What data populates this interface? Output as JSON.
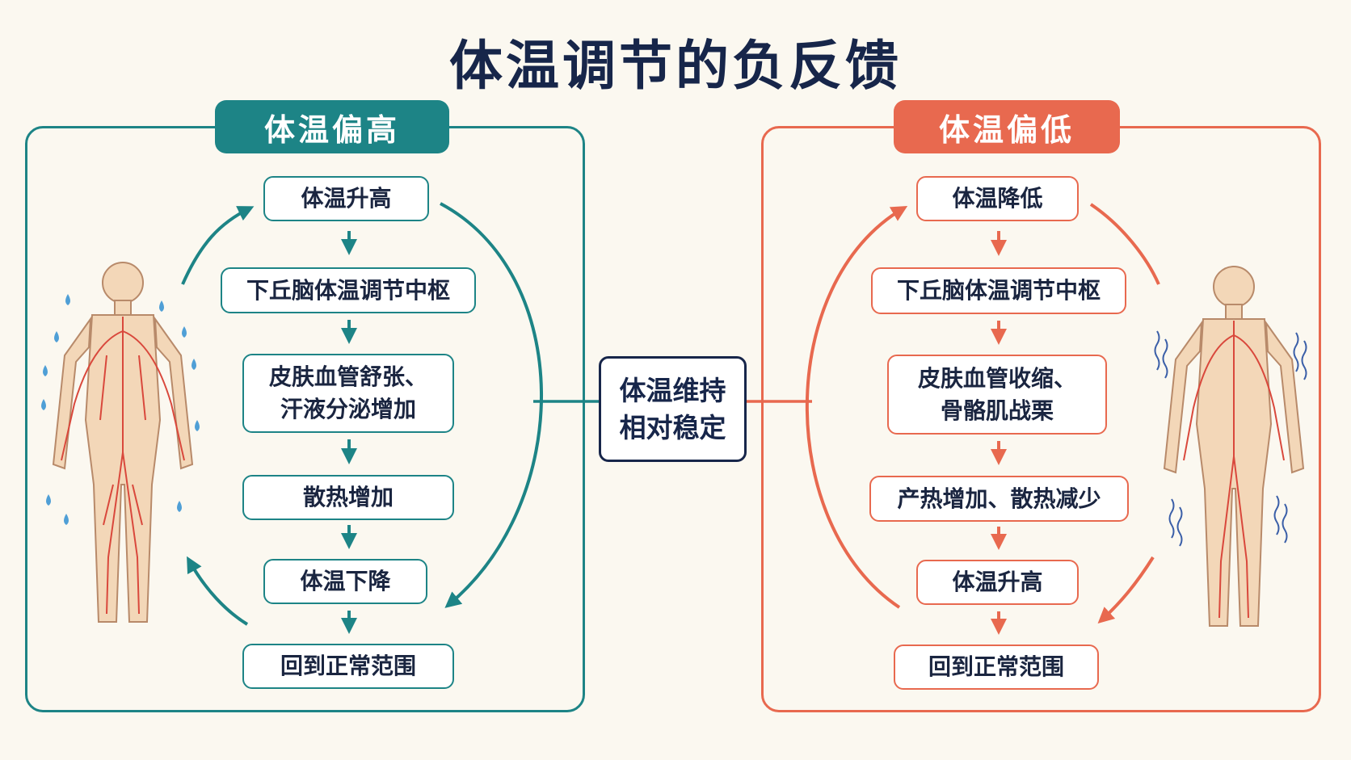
{
  "title": "体温调节的负反馈",
  "center": {
    "label": "体温维持\n相对稳定"
  },
  "left_panel": {
    "title": "体温偏高",
    "steps": [
      "体温升高",
      "下丘脑体温调节中枢",
      "皮肤血管舒张、\n汗液分泌增加",
      "散热增加",
      "体温下降",
      "回到正常范围"
    ]
  },
  "right_panel": {
    "title": "体温偏低",
    "steps": [
      "体温降低",
      "下丘脑体温调节中枢",
      "皮肤血管收缩、\n骨骼肌战栗",
      "产热增加、散热减少",
      "体温升高",
      "回到正常范围"
    ]
  },
  "colors": {
    "teal": "#1d8486",
    "coral": "#e8694f",
    "navy": "#17264a",
    "skin": "#f3d7b8",
    "vessel": "#d9483c",
    "sweat": "#4f9fd6",
    "shiver": "#3b5fa8"
  },
  "icons": [
    "sweat-drop-icon",
    "shiver-line-icon",
    "human-body-icon"
  ]
}
